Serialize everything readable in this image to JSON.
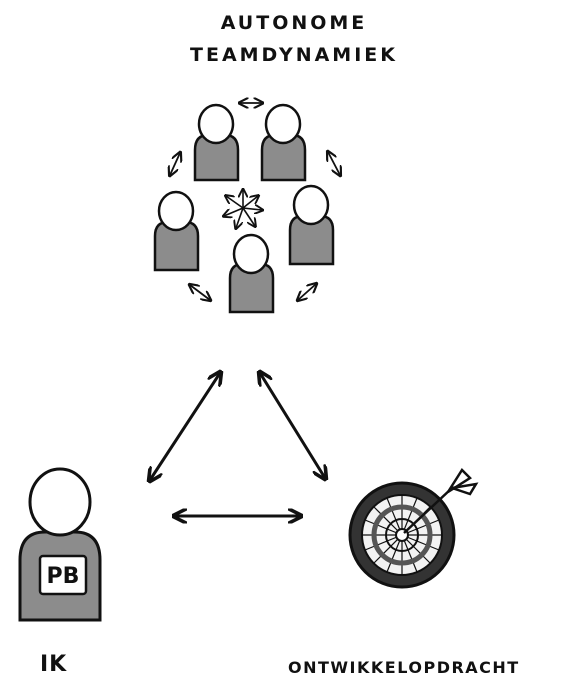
{
  "diagram": {
    "title_line1": "AUTONOME",
    "title_line2": "TEAMDYNAMIEK",
    "person_badge": "PB",
    "label_ik": "IK",
    "label_assignment": "ONTWIKKELOPDRACHT"
  },
  "colors": {
    "ink": "#111111",
    "body_fill": "#8c8c8c",
    "head_fill": "#ffffff",
    "badge_fill": "#ffffff",
    "dart_ring": "#d9d9d9"
  },
  "icons": [
    "team-member-icon",
    "person-pb-icon",
    "dartboard-icon",
    "dart-icon",
    "double-arrow-icon"
  ]
}
